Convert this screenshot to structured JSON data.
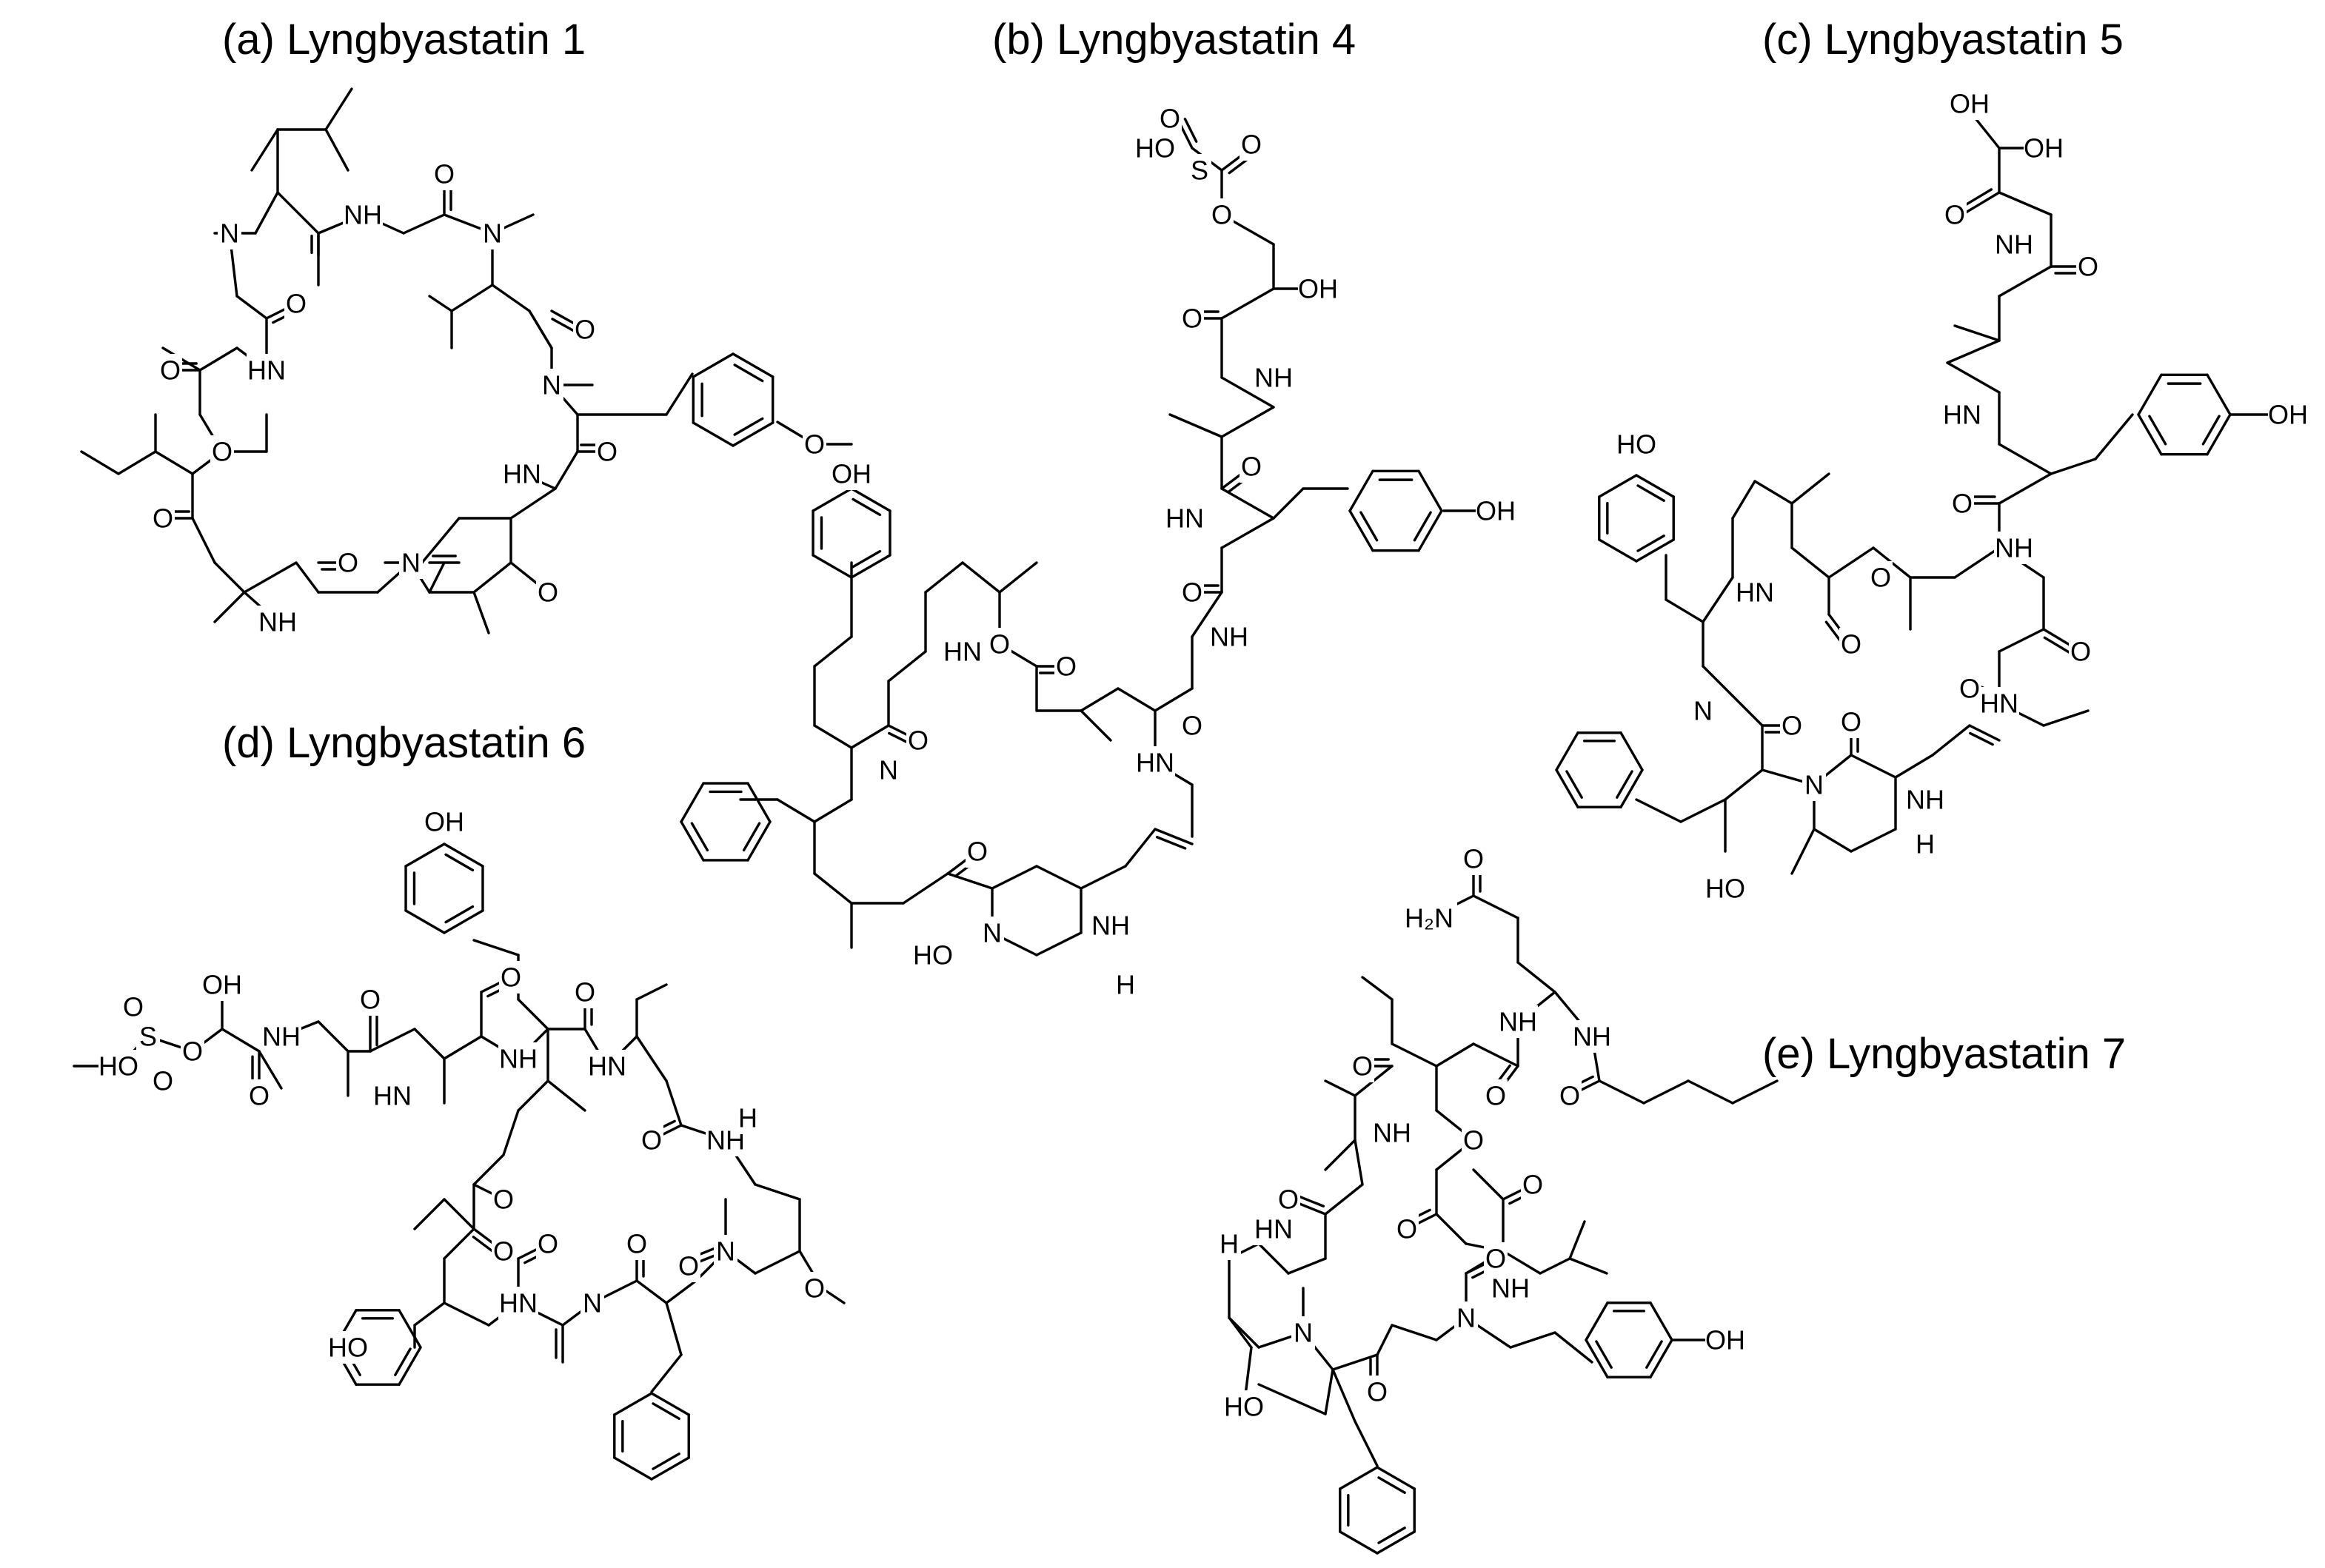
{
  "figure": {
    "panels": [
      {
        "key": "a",
        "title": "(a) Lyngbyastatin 1"
      },
      {
        "key": "b",
        "title": "(b) Lyngbyastatin 4"
      },
      {
        "key": "c",
        "title": "(c) Lyngbyastatin 5"
      },
      {
        "key": "d",
        "title": "(d) Lyngbyastatin 6"
      },
      {
        "key": "e",
        "title": "(e) Lyngbyastatin 7"
      }
    ]
  },
  "atom_labels": {
    "O": "O",
    "N": "N",
    "NH": "NH",
    "HN": "HN",
    "OH": "OH",
    "HO": "HO",
    "S": "S",
    "H": "H",
    "H2N": "H₂N"
  },
  "colors": {
    "ink": "#000000",
    "background": "#ffffff"
  }
}
